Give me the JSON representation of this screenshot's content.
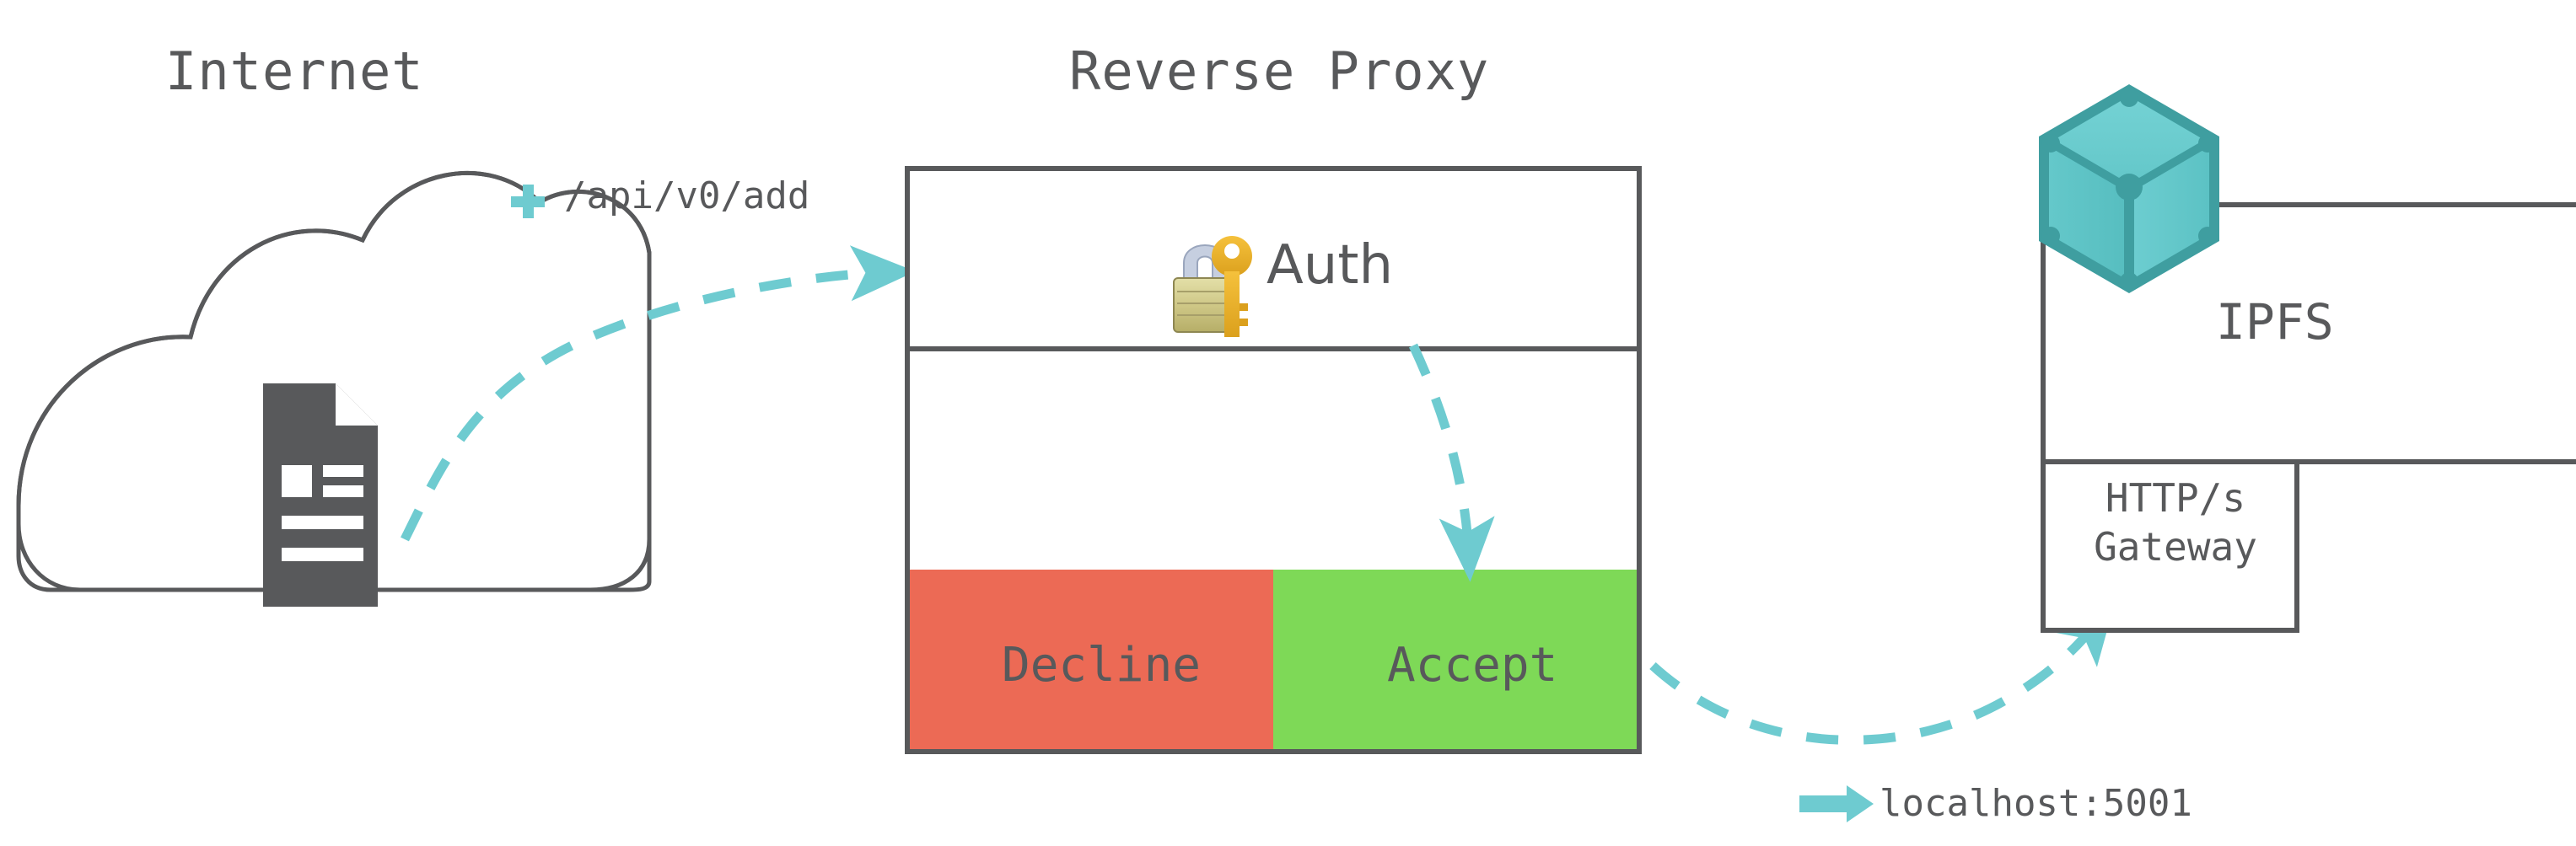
{
  "diagram": {
    "title_internet": "Internet",
    "title_reverse_proxy": "Reverse Proxy",
    "colors": {
      "stroke": "#58595b",
      "accent_teal": "#6ecbd0",
      "decline_red": "#ec6a55",
      "accept_green": "#7ed957",
      "ipfs_cube_light": "#6ccfd0",
      "ipfs_cube_mid": "#5ec4c6",
      "ipfs_cube_dark": "#3f9ea0",
      "document_icon": "#58595b",
      "background": "#ffffff"
    }
  },
  "internet": {
    "title": "Internet",
    "cloud_icon": "cloud-icon",
    "document_icon": "document-icon"
  },
  "request": {
    "plus_icon": "plus-icon",
    "path_label": "/api/v0/add"
  },
  "reverse_proxy": {
    "title": "Reverse Proxy",
    "auth_row": {
      "icon": "lock-with-key-icon",
      "label": "Auth"
    },
    "middle_row": {
      "label": ""
    },
    "decision_row": {
      "decline_label": "Decline",
      "accept_label": "Accept"
    }
  },
  "ipfs": {
    "cube_icon": "ipfs-cube-icon",
    "label": "IPFS",
    "gateway": {
      "line1": "HTTP/s",
      "line2": "Gateway"
    }
  },
  "gateway_endpoint": {
    "arrow_icon": "right-arrow-icon",
    "label": "localhost:5001"
  },
  "flows": [
    {
      "name": "internet-to-proxy",
      "style": "dashed",
      "color": "#6ecbd0"
    },
    {
      "name": "auth-to-accept",
      "style": "dashed",
      "color": "#6ecbd0"
    },
    {
      "name": "accept-to-gateway",
      "style": "dashed",
      "color": "#6ecbd0"
    }
  ]
}
